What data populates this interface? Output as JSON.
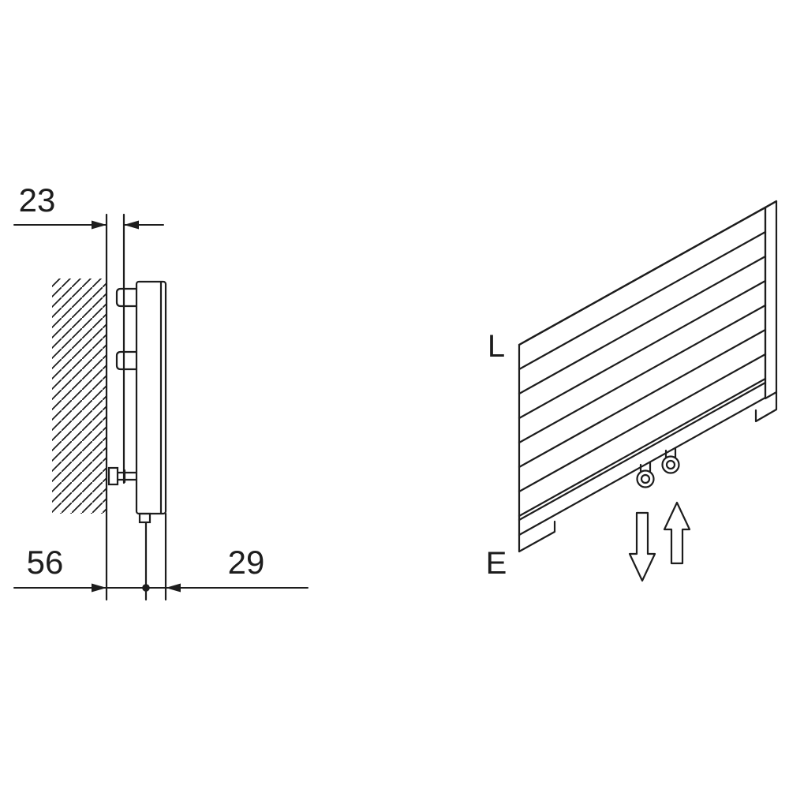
{
  "colors": {
    "background": "#ffffff",
    "line": "#1d1d1d"
  },
  "side_view": {
    "description": "wall-mounted radiator side profile with mounting bracket",
    "dimensions": {
      "wall_to_bracket": "23",
      "wall_to_connection": "56",
      "connection_to_front": "29"
    }
  },
  "perspective_view": {
    "description": "horizontal slat radiator 3d view with bottom pipe connections",
    "connection_labels": {
      "top": "L",
      "bottom": "E"
    },
    "icons": {
      "flow_down": "flow-down-arrow",
      "flow_up": "flow-up-arrow",
      "fittings": "pipe-connection"
    }
  }
}
